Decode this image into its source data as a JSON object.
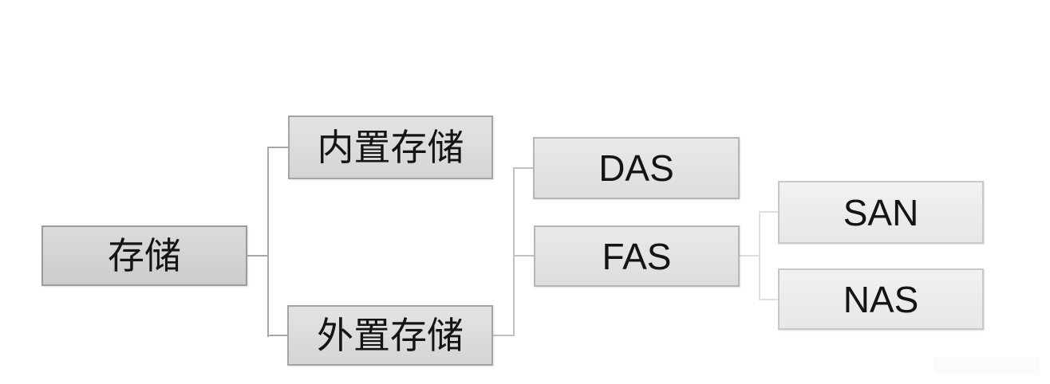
{
  "diagram": {
    "type": "hierarchy-tree",
    "orientation": "left-to-right",
    "nodes": {
      "root": {
        "label": "存储",
        "level": 1
      },
      "internal": {
        "label": "内置存储",
        "level": 2
      },
      "external": {
        "label": "外置存储",
        "level": 2
      },
      "das": {
        "label": "DAS",
        "level": 3
      },
      "fas": {
        "label": "FAS",
        "level": 3
      },
      "san": {
        "label": "SAN",
        "level": 4
      },
      "nas": {
        "label": "NAS",
        "level": 4
      }
    },
    "edges": [
      {
        "from": "存储",
        "to": "内置存储"
      },
      {
        "from": "存储",
        "to": "外置存储"
      },
      {
        "from": "外置存储",
        "to": "DAS"
      },
      {
        "from": "外置存储",
        "to": "FAS"
      },
      {
        "from": "FAS",
        "to": "SAN"
      },
      {
        "from": "FAS",
        "to": "NAS"
      }
    ],
    "colors": {
      "background": "#ffffff",
      "text": "#141414",
      "node_fill_level1": "#d4d4d4",
      "node_fill_level2": "#dcdcdc",
      "node_fill_level3": "#e3e3e3",
      "node_fill_level4": "#ececec",
      "node_border_level1": "#9b9b9b",
      "node_border_level2": "#a5a5a5",
      "node_border_level3": "#b6b6b6",
      "node_border_level4": "#c8c8c8",
      "connector_level1": "#a9a9a9",
      "connector_level2": "#c0c0c0",
      "connector_level3": "#dedede"
    }
  }
}
